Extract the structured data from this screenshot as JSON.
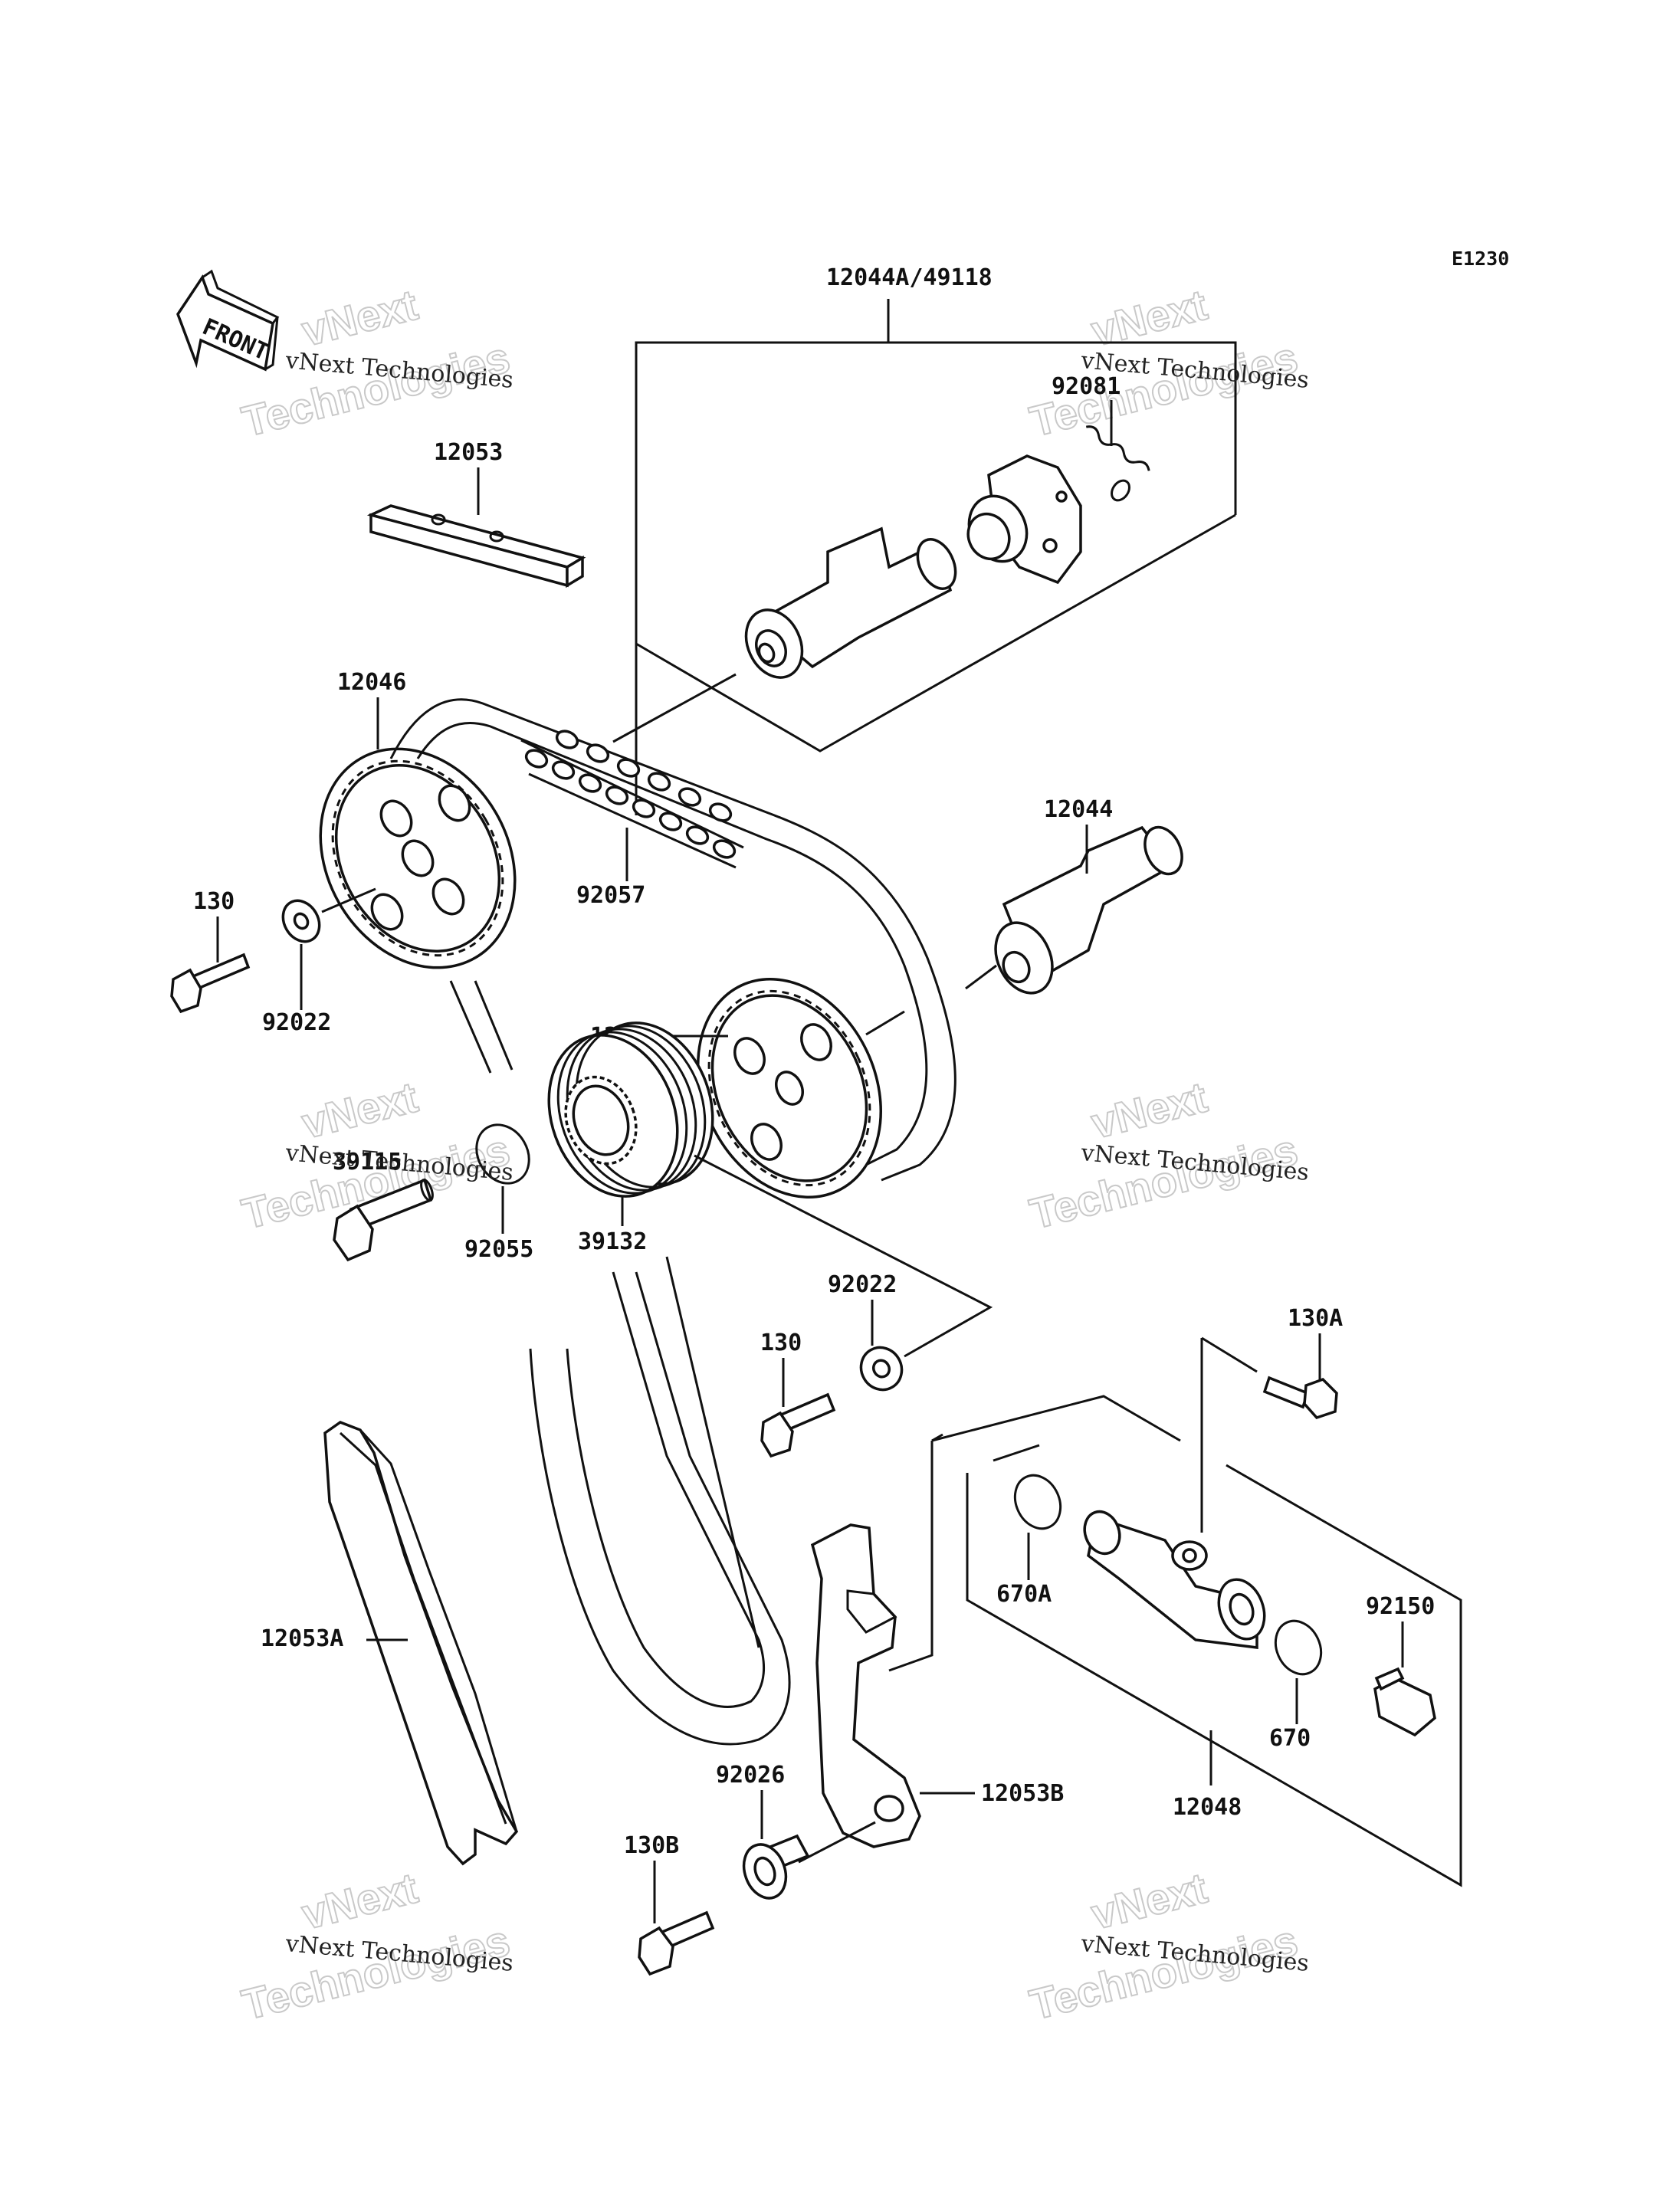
{
  "diagram": {
    "code": "E1230",
    "front_label": "FRONT",
    "labels": {
      "camshaft_assy": "12044A/49118",
      "spring": "92081",
      "guide_top": "12053",
      "sprocket_upper": "12046",
      "chain": "92057",
      "camshaft": "12044",
      "bolt_upper": "130",
      "washer_upper": "92022",
      "sprocket_lower": "12046",
      "bolt_39115": "39115",
      "oring_92055": "92055",
      "pulley": "39132",
      "washer_lower": "92022",
      "bolt_middle": "130",
      "bolt_130a": "130A",
      "guide_left": "12053A",
      "oring_670a": "670A",
      "bolt_92150": "92150",
      "oring_670": "670",
      "tensioner_assy": "12048",
      "collar": "92026",
      "guide_right": "12053B",
      "bolt_130b": "130B"
    },
    "watermarks": [
      {
        "top": "vNext",
        "mid": "vNext Technologies",
        "bottom": "Technologies"
      },
      {
        "top": "vNext",
        "mid": "vNext Technologies",
        "bottom": "Technologies"
      },
      {
        "top": "vNext",
        "mid": "vNext Technologies",
        "bottom": "Technologies"
      },
      {
        "top": "vNext",
        "mid": "vNext Technologies",
        "bottom": "Technologies"
      },
      {
        "top": "vNext",
        "mid": "vNext Technologies",
        "bottom": "Technologies"
      },
      {
        "top": "vNext",
        "mid": "vNext Technologies",
        "bottom": "Technologies"
      }
    ]
  }
}
